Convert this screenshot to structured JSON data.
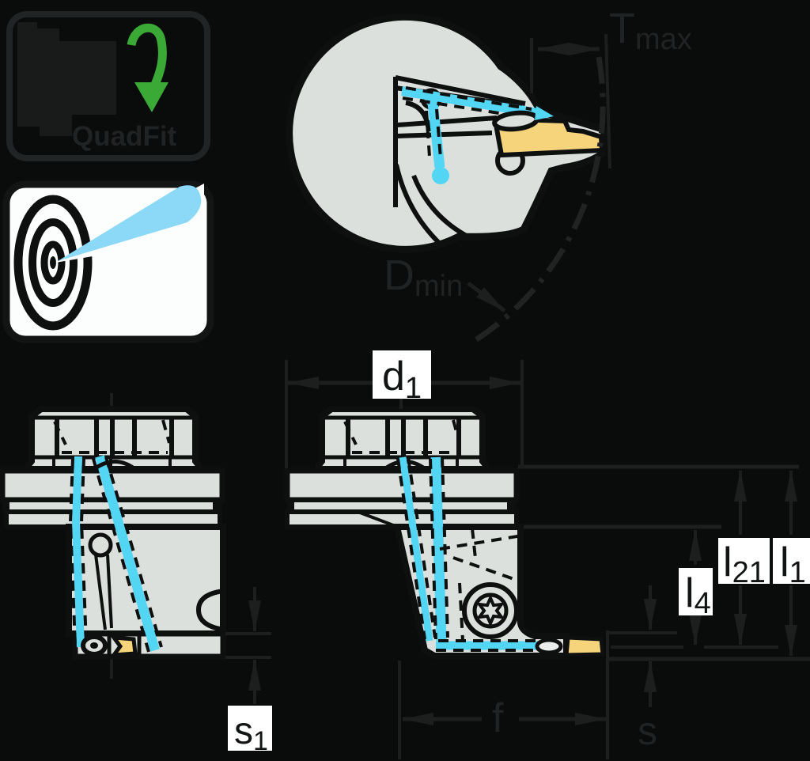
{
  "colors": {
    "background": "#0a0b0b",
    "dimension_gray": "#1d1f1f",
    "body_gray": "#dbe0dd",
    "outline_black": "#0e1010",
    "coolant_cyan": "#53d6f3",
    "beam_cyan": "#8bd9f7",
    "insert_yellow": "#f5d47b",
    "quadfit_green": "#3aa935",
    "label_box_white": "#ffffff"
  },
  "badges": {
    "quadfit": {
      "label": "QuadFit",
      "icon": "quadfit-coupling-silhouette-with-swap-arrow"
    },
    "precision_coolant": {
      "icon": "bullseye-target-with-coolant-beam"
    }
  },
  "detail_view": {
    "tmax": {
      "main": "T",
      "sub": "max"
    },
    "dmin": {
      "main": "D",
      "sub": "min"
    }
  },
  "dimensions": {
    "d1": {
      "main": "d",
      "sub": "1"
    },
    "s1": {
      "main": "s",
      "sub": "1"
    },
    "l4": {
      "main": "l",
      "sub": "4"
    },
    "l21": {
      "main": "l",
      "sub": "21"
    },
    "l1": {
      "main": "l",
      "sub": "1"
    },
    "f": {
      "label": "f"
    },
    "s": {
      "label": "s"
    }
  }
}
